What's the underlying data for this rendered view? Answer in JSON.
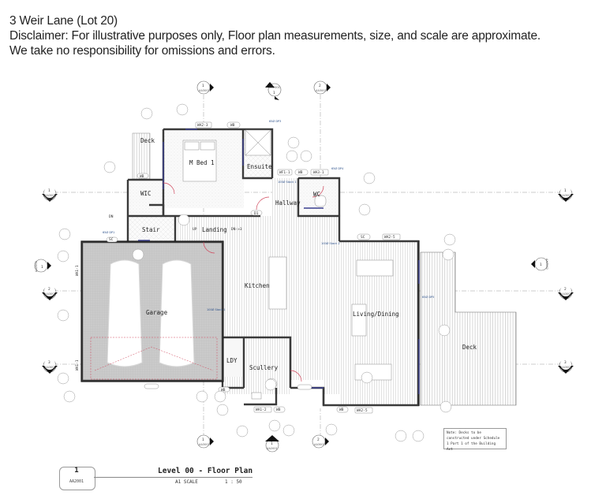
{
  "header": {
    "address": "3 Weir Lane (Lot 20)",
    "disclaimer_line1": "Disclaimer: For illustrative purposes only, Floor plan measurements, size, and scale are approximate.",
    "disclaimer_line2": "We take no responsibility for omissions and errors."
  },
  "rooms": {
    "deck_upper": "Deck",
    "m_bed": "M Bed 1",
    "ensuite": "Ensuite",
    "wic": "WIC",
    "wc": "WC",
    "hallway": "Hallway",
    "stair": "Stair",
    "landing": "Landing",
    "garage": "Garage",
    "kitchen": "Kitchen",
    "living": "Living/Dining",
    "ldy": "LDY",
    "scullery": "Scullery",
    "deck": "Deck"
  },
  "tags": {
    "wa2_3": "WA2-3",
    "wb_top": "WB",
    "wb_wic": "WB",
    "wf1_1": "WF1-1",
    "wb_hall": "WB",
    "wa3_1": "WA3-1",
    "wa2_5": "WA2-5",
    "sc_living": "SC",
    "sc_stair": "SC",
    "wa1_1_top": "WA1-1",
    "wa1_1_bot": "WA1-1",
    "wa1_2": "WA1-2",
    "wb_scull": "WB",
    "wb_ldy": "WB",
    "wb_living": "WB",
    "wa2_5_bot": "WA2-5",
    "d1_landing": "D1",
    "d1_garage": "D1",
    "dn": "DN",
    "up": "UP",
    "dn_arrow": "DN->3",
    "dp1_a": "65Ø\nDP1",
    "dp3": "65Ø DP3",
    "dp4": "65Ø DP4",
    "dp1": "65Ø DP1",
    "dp5": "65Ø DP5",
    "stack1_ens": "100Ø Stack 1",
    "stack1_gar": "100Ø Stack 1",
    "stack2": "100Ø Stack 2"
  },
  "markers": {
    "section_1_top": {
      "num": "1",
      "ref": "AA3001"
    },
    "section_aa2001_top": {
      "num": "1",
      "ref": "AA2001"
    },
    "section_2_top": {
      "num": "2",
      "ref": "AA3001"
    },
    "section_1_bot": {
      "num": "1",
      "ref": "AA3001"
    },
    "section_aa2001_bot": {
      "num": "1",
      "ref": "AA2001"
    },
    "section_2_bot": {
      "num": "2",
      "ref": "AA3001"
    },
    "elev_left_1": {
      "num": "1",
      "ref": "AA3002"
    },
    "elev_left_2": {
      "num": "2",
      "ref": "AA3002"
    },
    "elev_left_3": {
      "num": "3",
      "ref": "AA3002"
    },
    "elev_left_aa2002": {
      "num": "1",
      "ref": "AA2002"
    },
    "elev_right_1": {
      "num": "1",
      "ref": "AA3001"
    },
    "elev_right_2": {
      "num": "2",
      "ref": "AA3001"
    },
    "elev_right_3": {
      "num": "3",
      "ref": "AA3001"
    },
    "elev_right_aa2002": {
      "num": "1",
      "ref": "AA2002"
    }
  },
  "title_block": {
    "number": "1",
    "sheet_ref": "AA2001",
    "title": "Level 00 - Floor Plan",
    "scale_label": "A1 SCALE",
    "scale": "1 : 50"
  },
  "note": {
    "text": "Note: Decks to be constructed under Schedule 1 Part 1 of the Building Act"
  },
  "colors": {
    "wall": "#3a3a3a",
    "garage_fill": "#c9c9c9",
    "door_arc": "#d0455a",
    "window": "#3b3f8f",
    "grid_line": "#999999",
    "pipe_text": "#2a4f8a"
  }
}
